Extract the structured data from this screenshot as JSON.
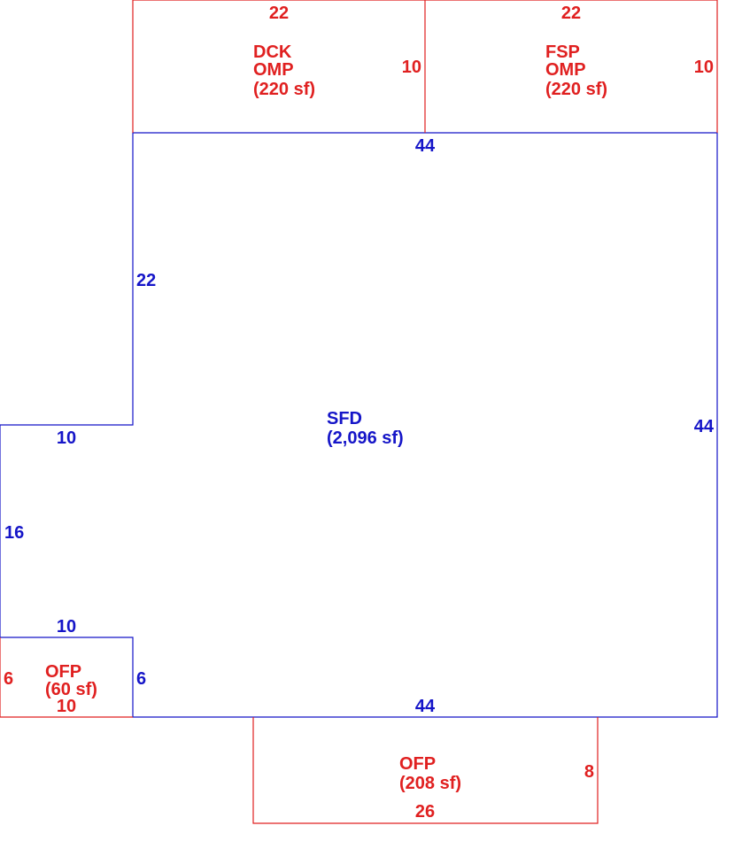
{
  "colors": {
    "main": "#1515c8",
    "addition": "#e02020"
  },
  "areas": {
    "deck": {
      "code": "DCK",
      "sub": "OMP",
      "area": "(220 sf)",
      "top": "22",
      "right": "10"
    },
    "screen_porch": {
      "code": "FSP",
      "sub": "OMP",
      "area": "(220 sf)",
      "top": "22",
      "right": "10"
    },
    "house": {
      "code": "SFD",
      "area": "(2,096 sf)",
      "top": "44",
      "left_upper": "22",
      "step_top": "10",
      "left_lower": "16",
      "step_bottom": "10",
      "porch_side": "6",
      "bottom": "44",
      "right": "44"
    },
    "small_porch": {
      "code": "OFP",
      "area": "(60 sf)",
      "left": "6",
      "bottom": "10"
    },
    "front_porch": {
      "code": "OFP",
      "area": "(208 sf)",
      "right": "8",
      "bottom": "26"
    }
  }
}
